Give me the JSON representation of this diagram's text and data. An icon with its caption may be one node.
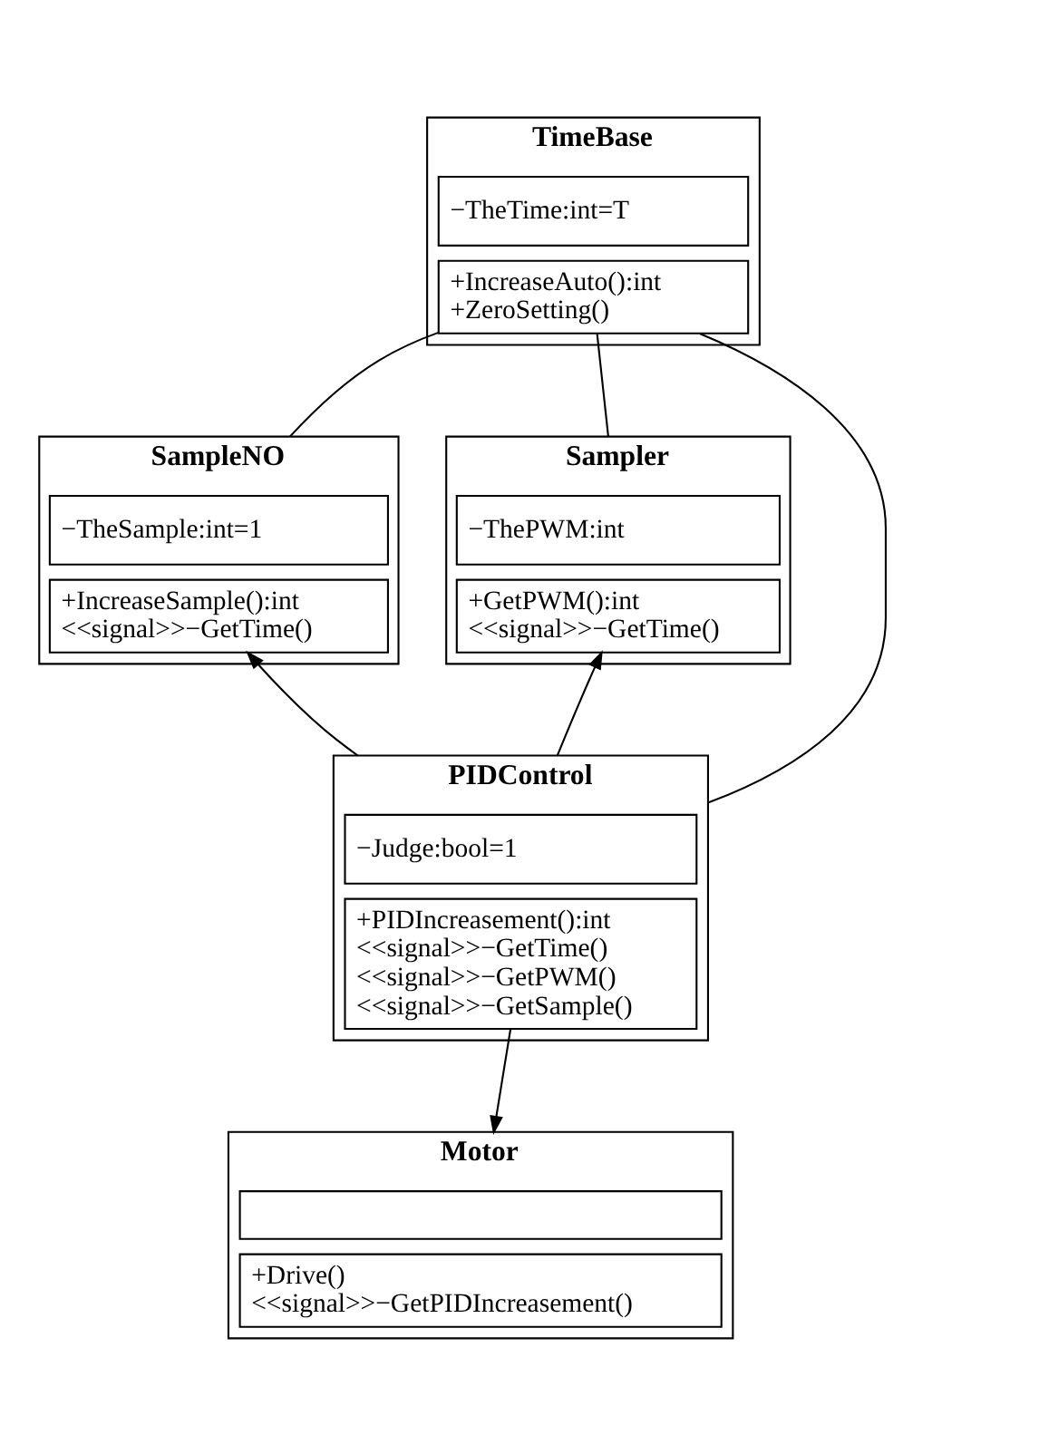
{
  "diagram": {
    "nodes": [
      {
        "text": [
          "TimeBase"
        ]
      },
      {
        "text": [
          "−TheTime:int=T"
        ],
        "in": 0
      },
      {
        "text": [
          "+IncreaseAuto():int",
          "+ZeroSetting()"
        ],
        "in": 0
      },
      {
        "text": [
          "SampleNO"
        ]
      },
      {
        "text": [
          "−TheSample:int=1"
        ],
        "in": 3
      },
      {
        "text": [
          "+IncreaseSample():int",
          "<<signal>>−GetTime()"
        ],
        "in": 3
      },
      {
        "text": [
          "Sampler"
        ]
      },
      {
        "text": [
          "−ThePWM:int"
        ],
        "in": 6
      },
      {
        "text": [
          "+GetPWM():int",
          "<<signal>>−GetTime()"
        ],
        "in": 6
      },
      {
        "text": [
          "PIDControl"
        ]
      },
      {
        "text": [
          "−Judge:bool=1"
        ],
        "in": 9
      },
      {
        "text": [
          "+PIDIncreasement():int",
          "<<signal>>−GetTime()",
          "<<signal>>−GetPWM()",
          "<<signal>>−GetSample()"
        ],
        "in": 9
      },
      {
        "text": [
          "Motor"
        ]
      },
      {
        "text": [],
        "shape": "box",
        "in": 12
      },
      {
        "text": [
          "+Drive()",
          "<<signal>>−GetPIDIncreasement()"
        ],
        "in": 12
      }
    ],
    "edges": [
      {
        "from": 0,
        "to": 3,
        "arrow": "none"
      },
      {
        "from": 0,
        "to": 6,
        "arrow": "none"
      },
      {
        "from": 0,
        "to": 9,
        "arrow": "none"
      },
      {
        "from": 9,
        "to": 3,
        "arrow": "to"
      },
      {
        "from": 9,
        "to": 6,
        "arrow": "to"
      },
      {
        "from": 9,
        "to": 12,
        "arrow": "to"
      }
    ]
  }
}
